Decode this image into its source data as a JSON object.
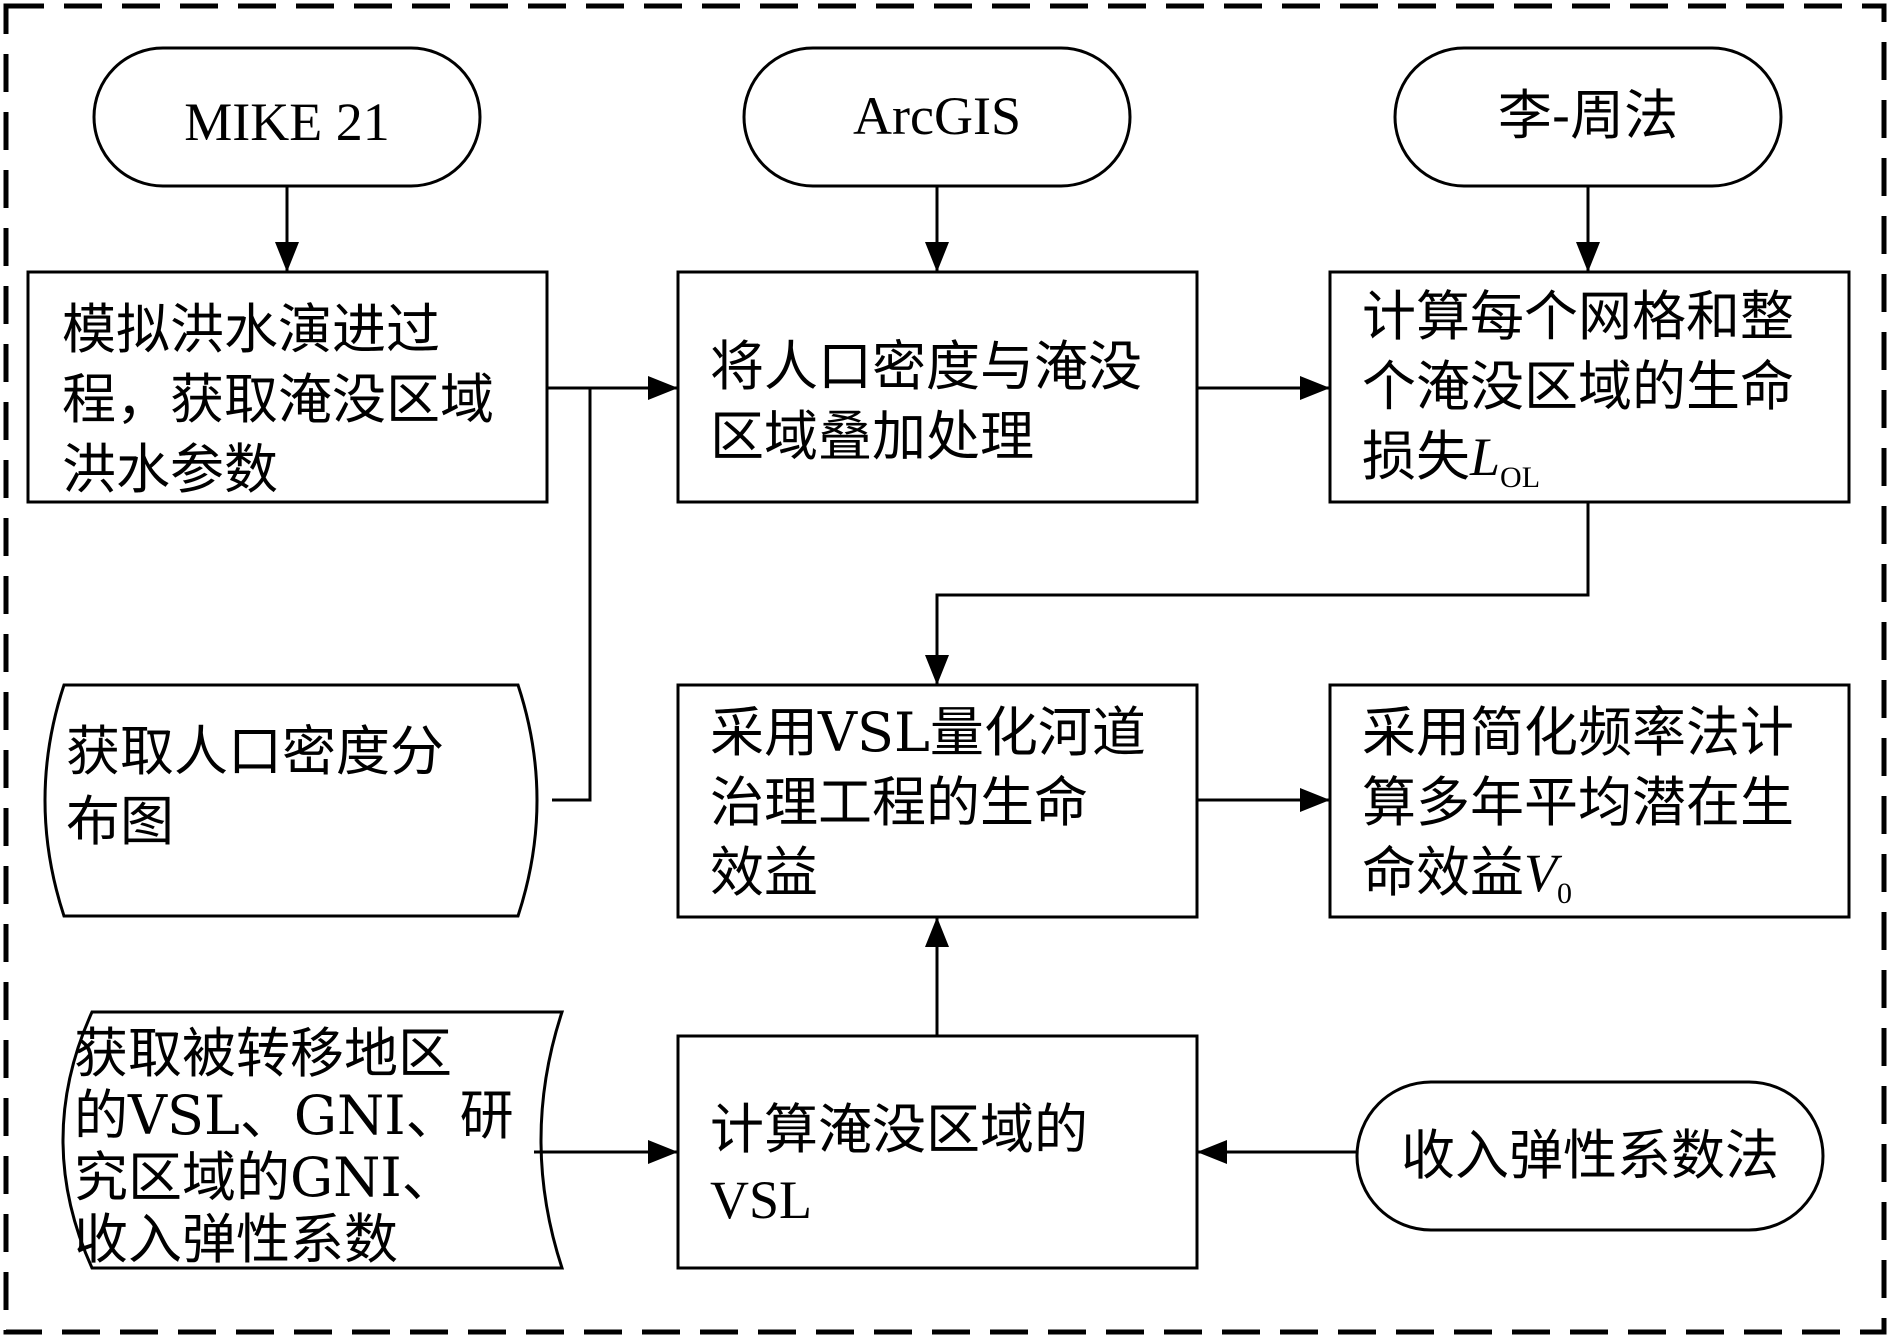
{
  "nodes": {
    "mike21": "MIKE 21",
    "arcgis": "ArcGIS",
    "lizhou": "李-周法",
    "simulate": [
      "模拟洪水演进过",
      "程，获取淹没区域",
      "洪水参数"
    ],
    "overlay": [
      "将人口密度与淹没",
      "区域叠加处理"
    ],
    "calc_loss": {
      "line1": "计算每个网格和整",
      "line2": "个淹没区域的生命",
      "line3_prefix": "损失",
      "var": "L",
      "sub": "OL"
    },
    "population": [
      "获取人口密度分",
      "布图"
    ],
    "vsl_benefit": [
      "采用VSL量化河道",
      "治理工程的生命",
      "效益"
    ],
    "freq": {
      "line1": "采用简化频率法计",
      "line2": "算多年平均潜在生",
      "line3_prefix": "命效益",
      "var": "V",
      "sub": "0"
    },
    "inputs": [
      "获取被转移地区",
      "的VSL、GNI、研",
      "究区域的GNI、",
      "收入弹性系数"
    ],
    "calc_vsl": [
      "计算淹没区域的",
      "VSL"
    ],
    "elasticity": "收入弹性系数法"
  }
}
